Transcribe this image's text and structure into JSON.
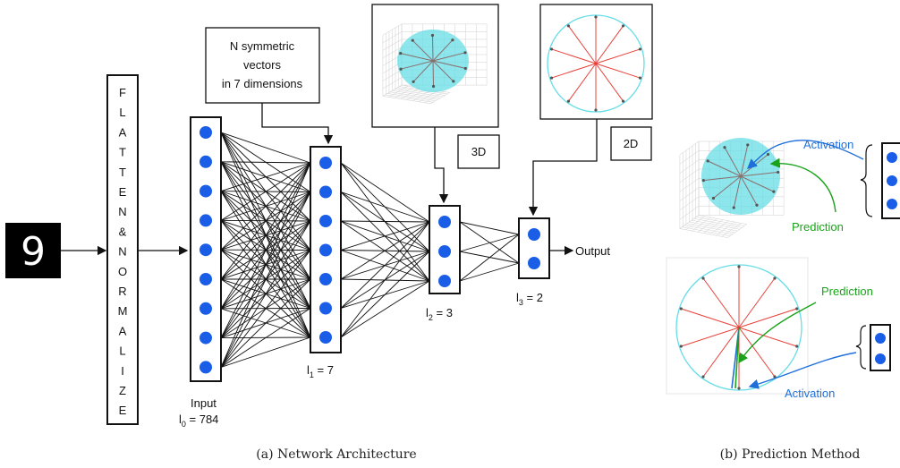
{
  "flatten_box": {
    "letters": [
      "F",
      "L",
      "A",
      "T",
      "T",
      "E",
      "N",
      "&",
      "N",
      "O",
      "R",
      "M",
      "A",
      "L",
      "I",
      "Z",
      "E"
    ]
  },
  "input_digit": "9",
  "annotation_box": {
    "lines": [
      "N symmetric",
      "vectors",
      "in 7 dimensions"
    ]
  },
  "tag_3d": "3D",
  "tag_2d": "2D",
  "layers": {
    "input": {
      "name": "Input",
      "label_main": "l",
      "label_sub": "0",
      "label_rest": " = 784",
      "nodes": 9
    },
    "l1": {
      "label_main": "l",
      "label_sub": "1",
      "label_rest": " = 7",
      "nodes": 7
    },
    "l2": {
      "label_main": "l",
      "label_sub": "2",
      "label_rest": " = 3",
      "nodes": 3
    },
    "l3": {
      "label_main": "l",
      "label_sub": "3",
      "label_rest": " = 2",
      "nodes": 2
    }
  },
  "output_label": "Output",
  "prediction_panel": {
    "activation": "Activation",
    "prediction": "Prediction"
  },
  "captions": {
    "a": "(a) Network Architecture",
    "b": "(b) Prediction Method"
  },
  "colors": {
    "node": "#1a5ee8",
    "sphere": "#66dde6",
    "ray": "#e8413a",
    "activation": "#1e6fd9",
    "prediction": "#1aa31a"
  }
}
